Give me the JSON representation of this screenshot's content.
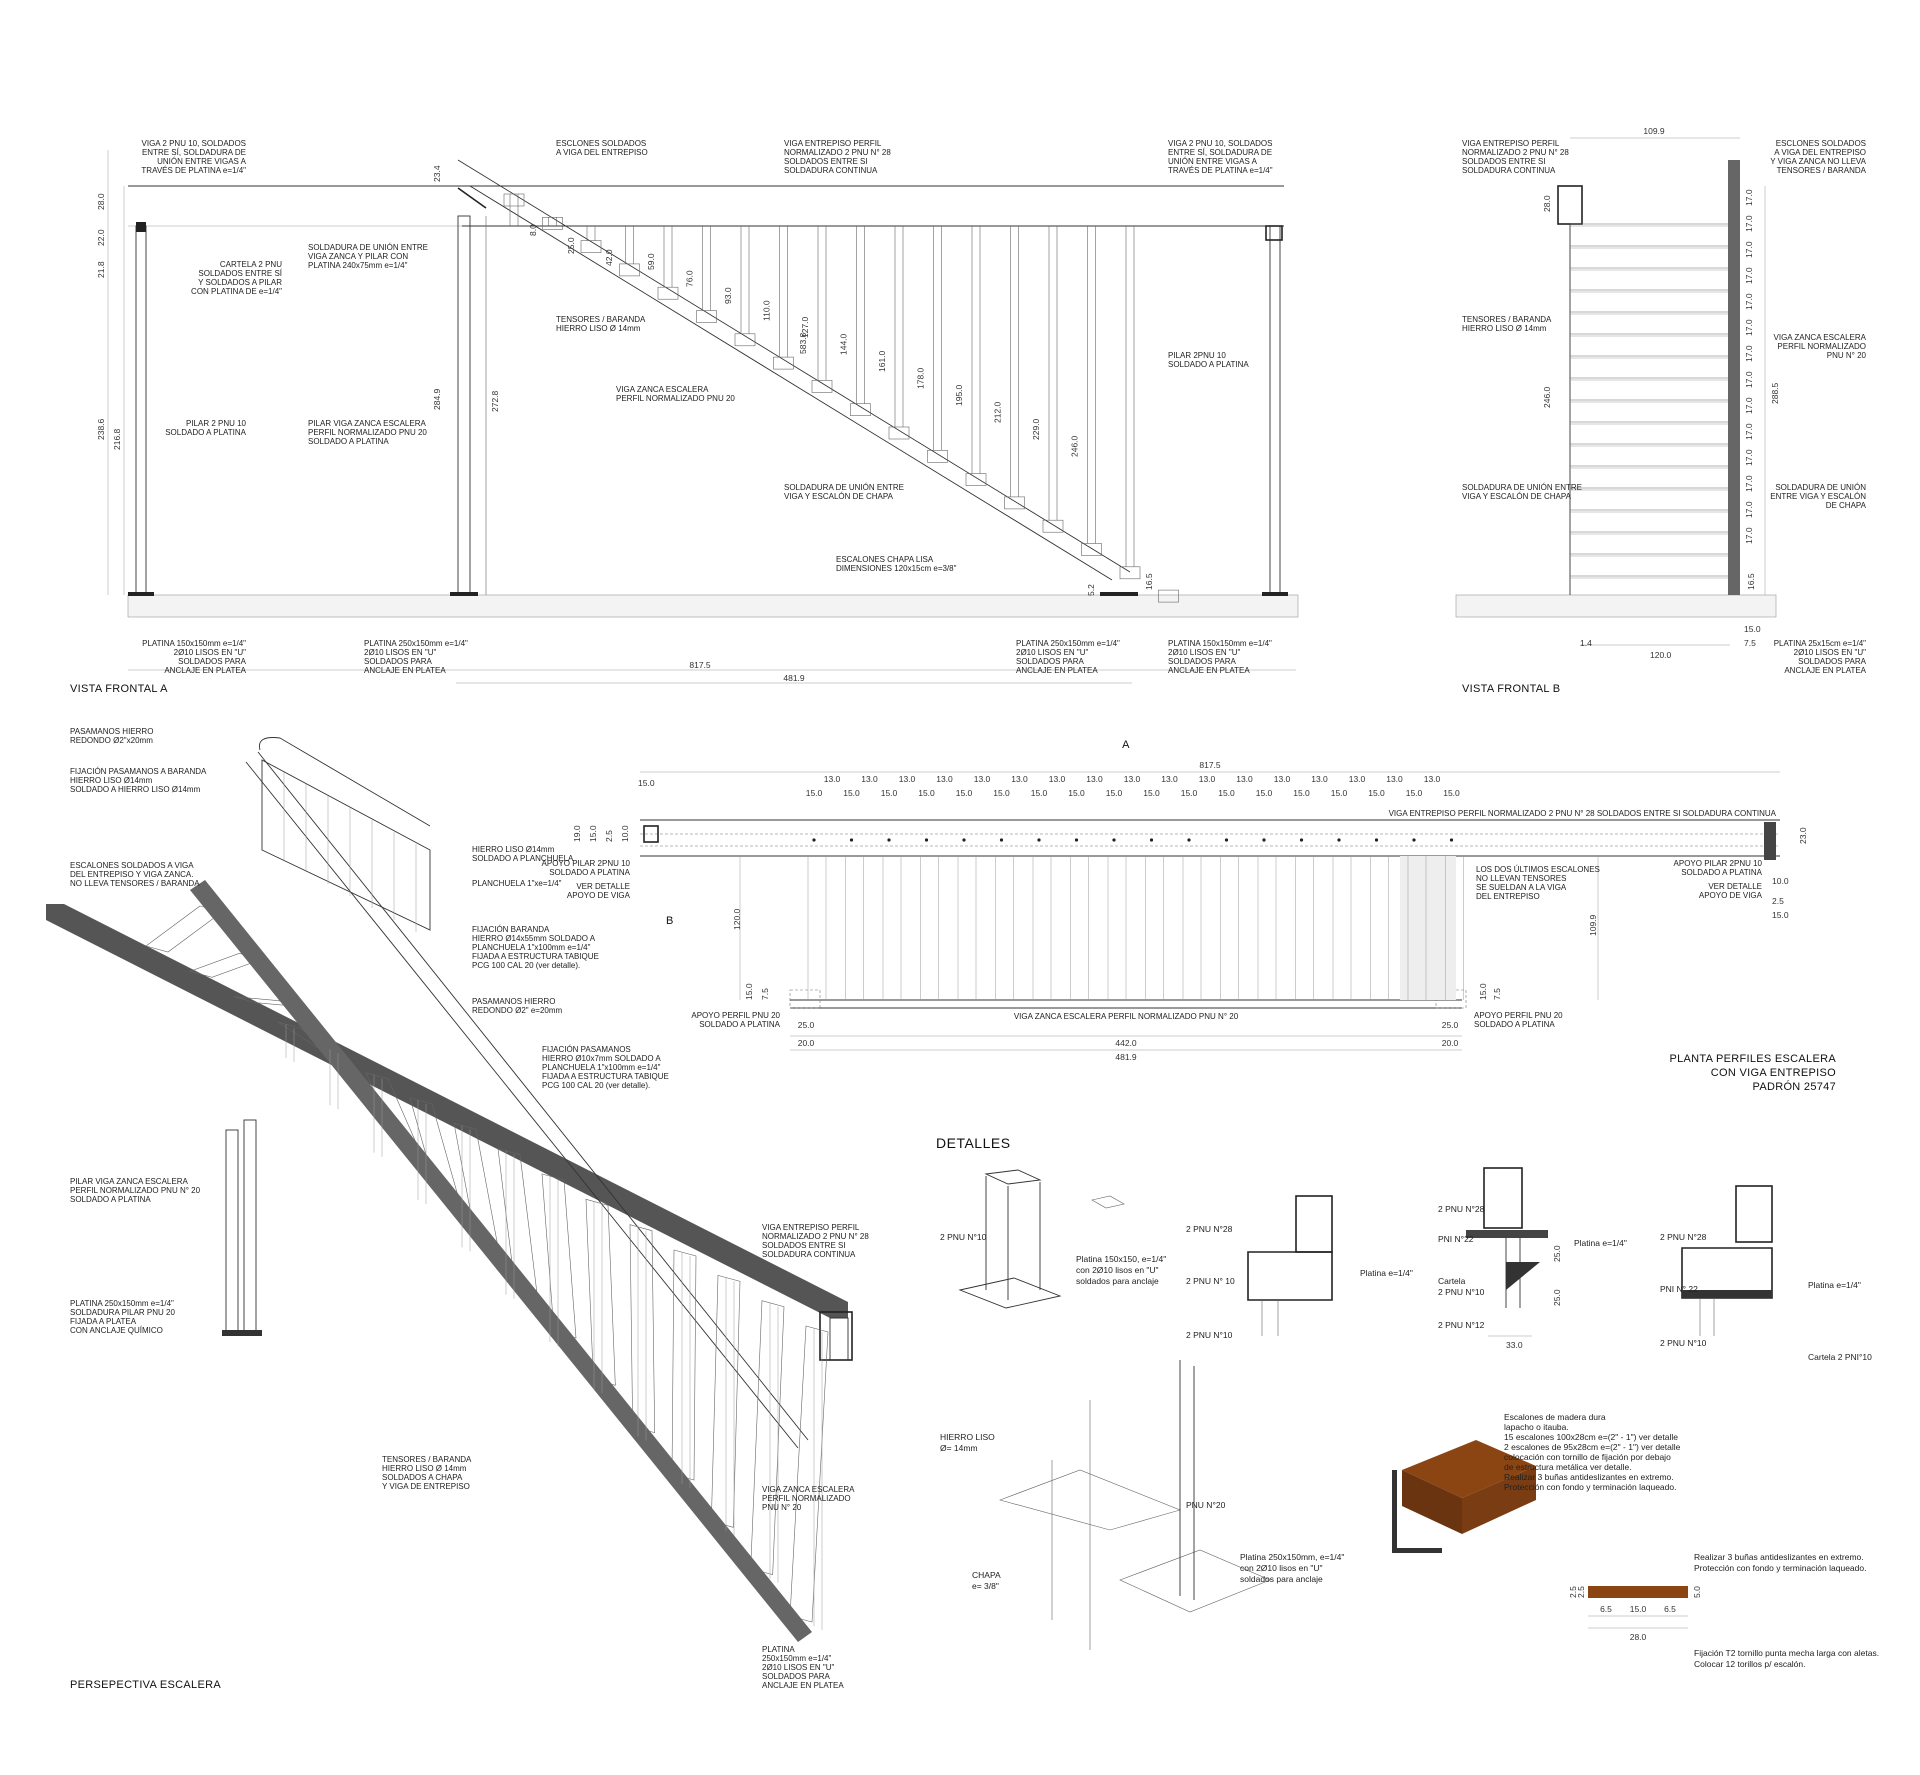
{
  "colors": {
    "ink": "#222222",
    "beam_shade": "#555555",
    "wood": "#8B4513",
    "ground": "#f3f3f3"
  },
  "views": {
    "frontal_a": "VISTA FRONTAL A",
    "frontal_b": "VISTA FRONTAL B",
    "perspective": "PERSEPECTIVA ESCALERA",
    "plan": [
      "PLANTA PERFILES ESCALERA",
      "CON VIGA ENTREPISO",
      "PADRÓN 25747"
    ],
    "details": "DETALLES"
  },
  "frontal_a": {
    "notes": {
      "viga_left": [
        "VIGA 2 PNU 10, SOLDADOS",
        "ENTRE SÍ, SOLDADURA DE",
        "UNIÓN ENTRE VIGAS A",
        "TRAVÉS DE PLATINA e=1/4\""
      ],
      "esclones": [
        "ESCLONES SOLDADOS",
        "A VIGA DEL ENTREPISO"
      ],
      "viga_entrepiso": [
        "VIGA ENTREPISO PERFIL",
        "NORMALIZADO 2 PNU N° 28",
        "SOLDADOS ENTRE SI",
        "SOLDADURA CONTINUA"
      ],
      "viga_right": [
        "VIGA 2 PNU 10, SOLDADOS",
        "ENTRE SÍ, SOLDADURA DE",
        "UNIÓN ENTRE VIGAS A",
        "TRAVÉS DE PLATINA e=1/4\""
      ],
      "cartela": [
        "CARTELA 2 PNU",
        "SOLDADOS ENTRE SÍ",
        "Y SOLDADOS A PILAR",
        "CON PLATINA DE e=1/4\""
      ],
      "soldadura_union": [
        "SOLDADURA DE UNIÓN ENTRE",
        "VIGA ZANCA Y PILAR CON",
        "PLATINA 240x75mm e=1/4\""
      ],
      "tensores": [
        "TENSORES / BARANDA",
        "HIERRO LISO Ø 14mm"
      ],
      "viga_zanca": [
        "VIGA ZANCA ESCALERA",
        "PERFIL NORMALIZADO PNU 20"
      ],
      "pilar_right": [
        "PILAR 2PNU 10",
        "SOLDADO A PLATINA"
      ],
      "pilar_left": [
        "PILAR 2 PNU 10",
        "SOLDADO A PLATINA"
      ],
      "pilar_zanca": [
        "PILAR VIGA ZANCA ESCALERA",
        "PERFIL NORMALIZADO PNU 20",
        "SOLDADO A PLATINA"
      ],
      "soldadura_escalon": [
        "SOLDADURA DE UNIÓN ENTRE",
        "VIGA Y ESCALÓN DE CHAPA"
      ],
      "escalones_chapa": [
        "ESCALONES CHAPA LISA",
        "DIMENSIONES 120x15cm e=3/8\""
      ],
      "platina_1": [
        "PLATINA 150x150mm e=1/4\"",
        "2Ø10 LISOS EN \"U\"",
        "SOLDADOS PARA",
        "ANCLAJE EN PLATEA"
      ],
      "platina_2": [
        "PLATINA 250x150mm e=1/4\"",
        "2Ø10 LISOS EN \"U\"",
        "SOLDADOS PARA",
        "ANCLAJE EN PLATEA"
      ],
      "platina_3": [
        "PLATINA 250x150mm e=1/4\"",
        "2Ø10 LISOS EN \"U\"",
        "SOLDADOS PARA",
        "ANCLAJE EN PLATEA"
      ],
      "platina_4": [
        "PLATINA 150x150mm e=1/4\"",
        "2Ø10 LISOS EN \"U\"",
        "SOLDADOS PARA",
        "ANCLAJE EN PLATEA"
      ]
    },
    "dims": {
      "left_v": [
        "28.0",
        "22.0",
        "21.8",
        "238.6",
        "216.8"
      ],
      "top": "23.4",
      "col_h": [
        "284.9",
        "272.8"
      ],
      "small": [
        "8.0",
        "25.0",
        "42.0",
        "5.2",
        "16.5",
        "583.8"
      ],
      "tensor_heights": [
        "59.0",
        "76.0",
        "93.0",
        "110.0",
        "127.0",
        "144.0",
        "161.0",
        "178.0",
        "195.0",
        "212.0",
        "229.0",
        "246.0"
      ],
      "total": "817.5",
      "sub": "481.9"
    }
  },
  "frontal_b": {
    "notes": {
      "viga": [
        "VIGA ENTREPISO PERFIL",
        "NORMALIZADO 2 PNU N° 28",
        "SOLDADOS ENTRE SI",
        "SOLDADURA CONTINUA"
      ],
      "esclones": [
        "ESCLONES SOLDADOS",
        "A VIGA DEL ENTREPISO",
        "Y VIGA ZANCA NO LLEVA",
        "TENSORES / BARANDA"
      ],
      "tensores": [
        "TENSORES / BARANDA",
        "HIERRO LISO Ø 14mm"
      ],
      "zanca": [
        "VIGA ZANCA ESCALERA",
        "PERFIL NORMALIZADO",
        "PNU N° 20"
      ],
      "sold_left": [
        "SOLDADURA DE UNIÓN ENTRE",
        "VIGA Y ESCALÓN DE CHAPA"
      ],
      "sold_right": [
        "SOLDADURA DE UNIÓN",
        "ENTRE VIGA Y ESCALÓN",
        "DE CHAPA"
      ],
      "platina": [
        "PLATINA 25x15cm e=1/4\"",
        "2Ø10 LISOS EN \"U\"",
        "SOLDADOS PARA",
        "ANCLAJE EN PLATEA"
      ]
    },
    "dims": {
      "top": "109.9",
      "h1": "28.0",
      "h2": "246.0",
      "h3": "288.5",
      "step": "17.0",
      "last": "16.5",
      "b1": "15.0",
      "b2": "7.5",
      "b3": "1.4",
      "b4": "120.0"
    }
  },
  "plan": {
    "marker_a": "A",
    "marker_b": "B",
    "total": "817.5",
    "spacing_13": "13.0",
    "spacing_15": "15.0",
    "top_beam": "VIGA ENTREPISO PERFIL NORMALIZADO 2 PNU N° 28 SOLDADOS ENTRE SI SOLDADURA CONTINUA",
    "bottom_beam": "VIGA ZANCA ESCALERA PERFIL NORMALIZADO PNU N° 20",
    "apoyo_left": [
      "APOYO PILAR 2PNU 10",
      "SOLDADO A PLATINA"
    ],
    "ver_left": [
      "VER DETALLE",
      "APOYO DE VIGA"
    ],
    "apoyo_right": [
      "APOYO PILAR 2PNU 10",
      "SOLDADO A PLATINA"
    ],
    "ver_right": [
      "VER DETALLE",
      "APOYO DE VIGA"
    ],
    "ultimos": [
      "LOS DOS ÚLTIMOS ESCALONES",
      "NO LLEVAN TENSORES",
      "SE SUELDAN A LA VIGA",
      "DEL ENTREPISO"
    ],
    "apoyo_bl": [
      "APOYO PERFIL PNU 20",
      "SOLDADO A PLATINA"
    ],
    "apoyo_br": [
      "APOYO PERFIL PNU 20",
      "SOLDADO A PLATINA"
    ],
    "dims": {
      "d120": "120.0",
      "d109": "109.9",
      "d25": "25.0",
      "d20": "20.0",
      "d442": "442.0",
      "d481": "481.9",
      "d19": "19.0",
      "d15": "15.0",
      "d25b": "2.5",
      "d10": "10.0",
      "d75": "7.5",
      "d23": "23.0"
    }
  },
  "perspective": {
    "notes": {
      "pasamanos": [
        "PASAMANOS HIERRO",
        "REDONDO Ø2\"x20mm"
      ],
      "fijacion": [
        "FIJACIÓN PASAMANOS A BARANDA",
        "HIERRO LISO Ø14mm",
        "SOLDADO A HIERRO LISO Ø14mm"
      ],
      "escalones": [
        "ESCALONES SOLDADOS A VIGA",
        "DEL ENTREPISO Y VIGA ZANCA.",
        "NO LLEVA TENSORES / BARANDA"
      ],
      "hierro": [
        "HIERRO LISO Ø14mm",
        "SOLDADO A PLANCHUELA"
      ],
      "planchuela": [
        "PLANCHUELA 1\"xe=1/4\""
      ],
      "fij_baranda": [
        "FIJACIÓN BARANDA",
        "HIERRO Ø14x55mm SOLDADO A",
        "PLANCHUELA 1\"x100mm e=1/4\"",
        "FIJADA A ESTRUCTURA TABIQUE",
        "PCG 100 CAL 20 (ver detalle)."
      ],
      "pasamanos2": [
        "PASAMANOS HIERRO",
        "REDONDO Ø2\" e=20mm"
      ],
      "fij_pasamanos": [
        "FIJACIÓN PASAMANOS",
        "HIERRO Ø10x7mm SOLDADO A",
        "PLANCHUELA 1\"x100mm e=1/4\"",
        "FIJADA A ESTRUCTURA TABIQUE",
        "PCG 100 CAL 20 (ver detalle)."
      ],
      "pilar": [
        "PILAR VIGA ZANCA ESCALERA",
        "PERFIL NORMALIZADO PNU N° 20",
        "SOLDADO A PLATINA"
      ],
      "viga_entrepiso": [
        "VIGA ENTREPISO PERFIL",
        "NORMALIZADO 2 PNU N° 28",
        "SOLDADOS ENTRE SI",
        "SOLDADURA CONTINUA"
      ],
      "platina_pilar": [
        "PLATINA 250x150mm e=1/4\"",
        "SOLDADURA PILAR PNU 20",
        "FIJADA A PLATEA",
        "CON ANCLAJE QUÍMICO"
      ],
      "tensores": [
        "TENSORES / BARANDA",
        "HIERRO LISO Ø 14mm",
        "SOLDADOS A CHAPA",
        "Y VIGA DE ENTREPISO"
      ],
      "viga_zanca": [
        "VIGA ZANCA ESCALERA",
        "PERFIL NORMALIZADO",
        "PNU N° 20"
      ],
      "platina": [
        "PLATINA",
        "250x150mm e=1/4\"",
        "2Ø10 LISOS EN \"U\"",
        "SOLDADOS PARA",
        "ANCLAJE EN PLATEA"
      ]
    }
  },
  "details": {
    "d1": {
      "pnu": "2 PNU N°10",
      "platina": [
        "Platina 150x150, e=1/4\"",
        "con 2Ø10 lisos en \"U\"",
        "soldados para anclaje"
      ]
    },
    "d2": {
      "l1": "2 PNU N°28",
      "l2": "2 PNU N° 10",
      "l3": "2 PNU N°10",
      "platina": "Platina e=1/4\""
    },
    "d3": {
      "l1": "2 PNU N°28",
      "l2": "PNI N°22",
      "l3": [
        "Cartela",
        "2 PNU N°10"
      ],
      "l4": "2 PNU N°12",
      "platina": "Platina e=1/4\"",
      "d1": "25.0",
      "d2": "25.0",
      "d3": "33.0"
    },
    "d4": {
      "l1": "2 PNU N°28",
      "l2": "PNI N° 22",
      "l3": "2 PNU N°10",
      "platina": "Platina e=1/4\"",
      "cartela": "Cartela 2 PNI°10"
    },
    "d5": {
      "hierro": [
        "HIERRO LISO",
        "Ø= 14mm"
      ],
      "chapa": [
        "CHAPA",
        "e= 3/8\""
      ],
      "pnu": "PNU N°20",
      "platina": [
        "Platina 250x150mm, e=1/4\"",
        "con 2Ø10 lisos en \"U\"",
        "soldados para anclaje"
      ]
    },
    "wood": [
      "Escalones de madera dura",
      "lapacho o itauba.",
      "15 escalones 100x28cm e=(2\" - 1\") ver detalle",
      "2 escalones de  95x28cm e=(2\" - 1\") ver detalle",
      "colocación con tornillo de fijación por debajo",
      "de estructura metálica ver detalle.",
      "Realizar 3 buñas antideslizantes en extremo.",
      "Protección con fondo y terminación laqueado."
    ],
    "section": {
      "top": [
        "Realizar 3 buñas antideslizantes en extremo.",
        "Protección con fondo y terminación laqueado."
      ],
      "bottom": [
        "Fijación T2 tornillo punta mecha larga con aletas.",
        "Colocar 12 torillos p/ escalón."
      ],
      "dims": {
        "a": "6.5",
        "b": "15.0",
        "c": "6.5",
        "d": "28.0",
        "e": "2.5",
        "f": "2.5",
        "g": "5.0"
      }
    }
  }
}
